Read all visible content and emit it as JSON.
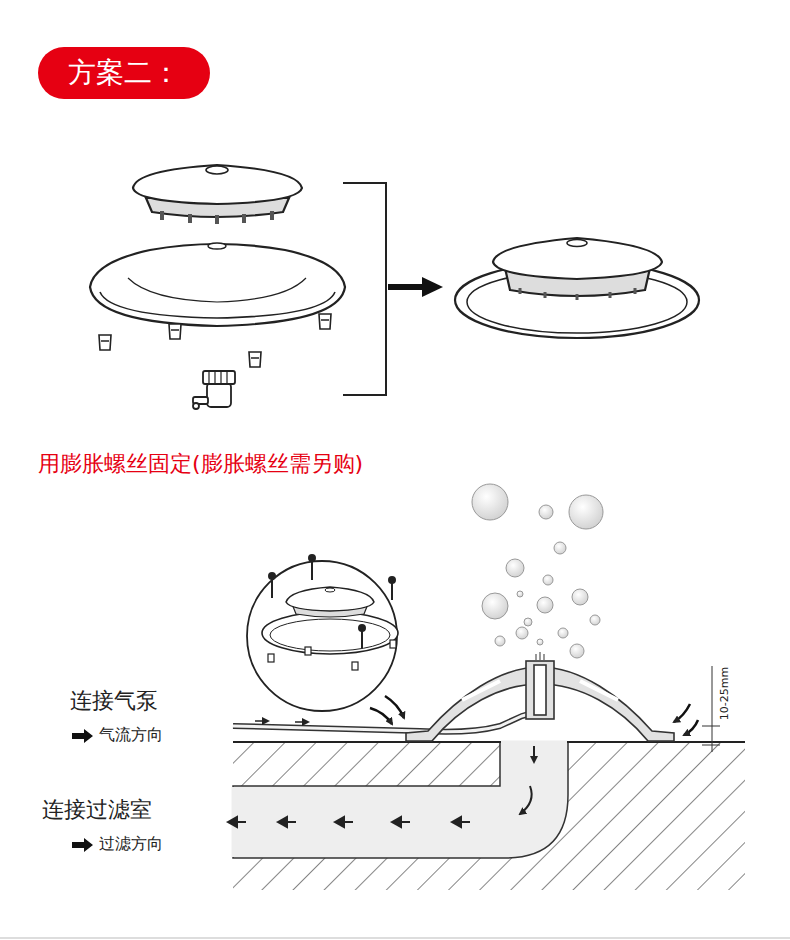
{
  "diagram": {
    "title": "方案二：",
    "labels": [
      "用膨胀螺丝固定(膨胀螺丝需另购)",
      "连接气泵",
      "气流方向",
      "连接过滤室",
      "过滤方向",
      "10-25mm"
    ]
  }
}
